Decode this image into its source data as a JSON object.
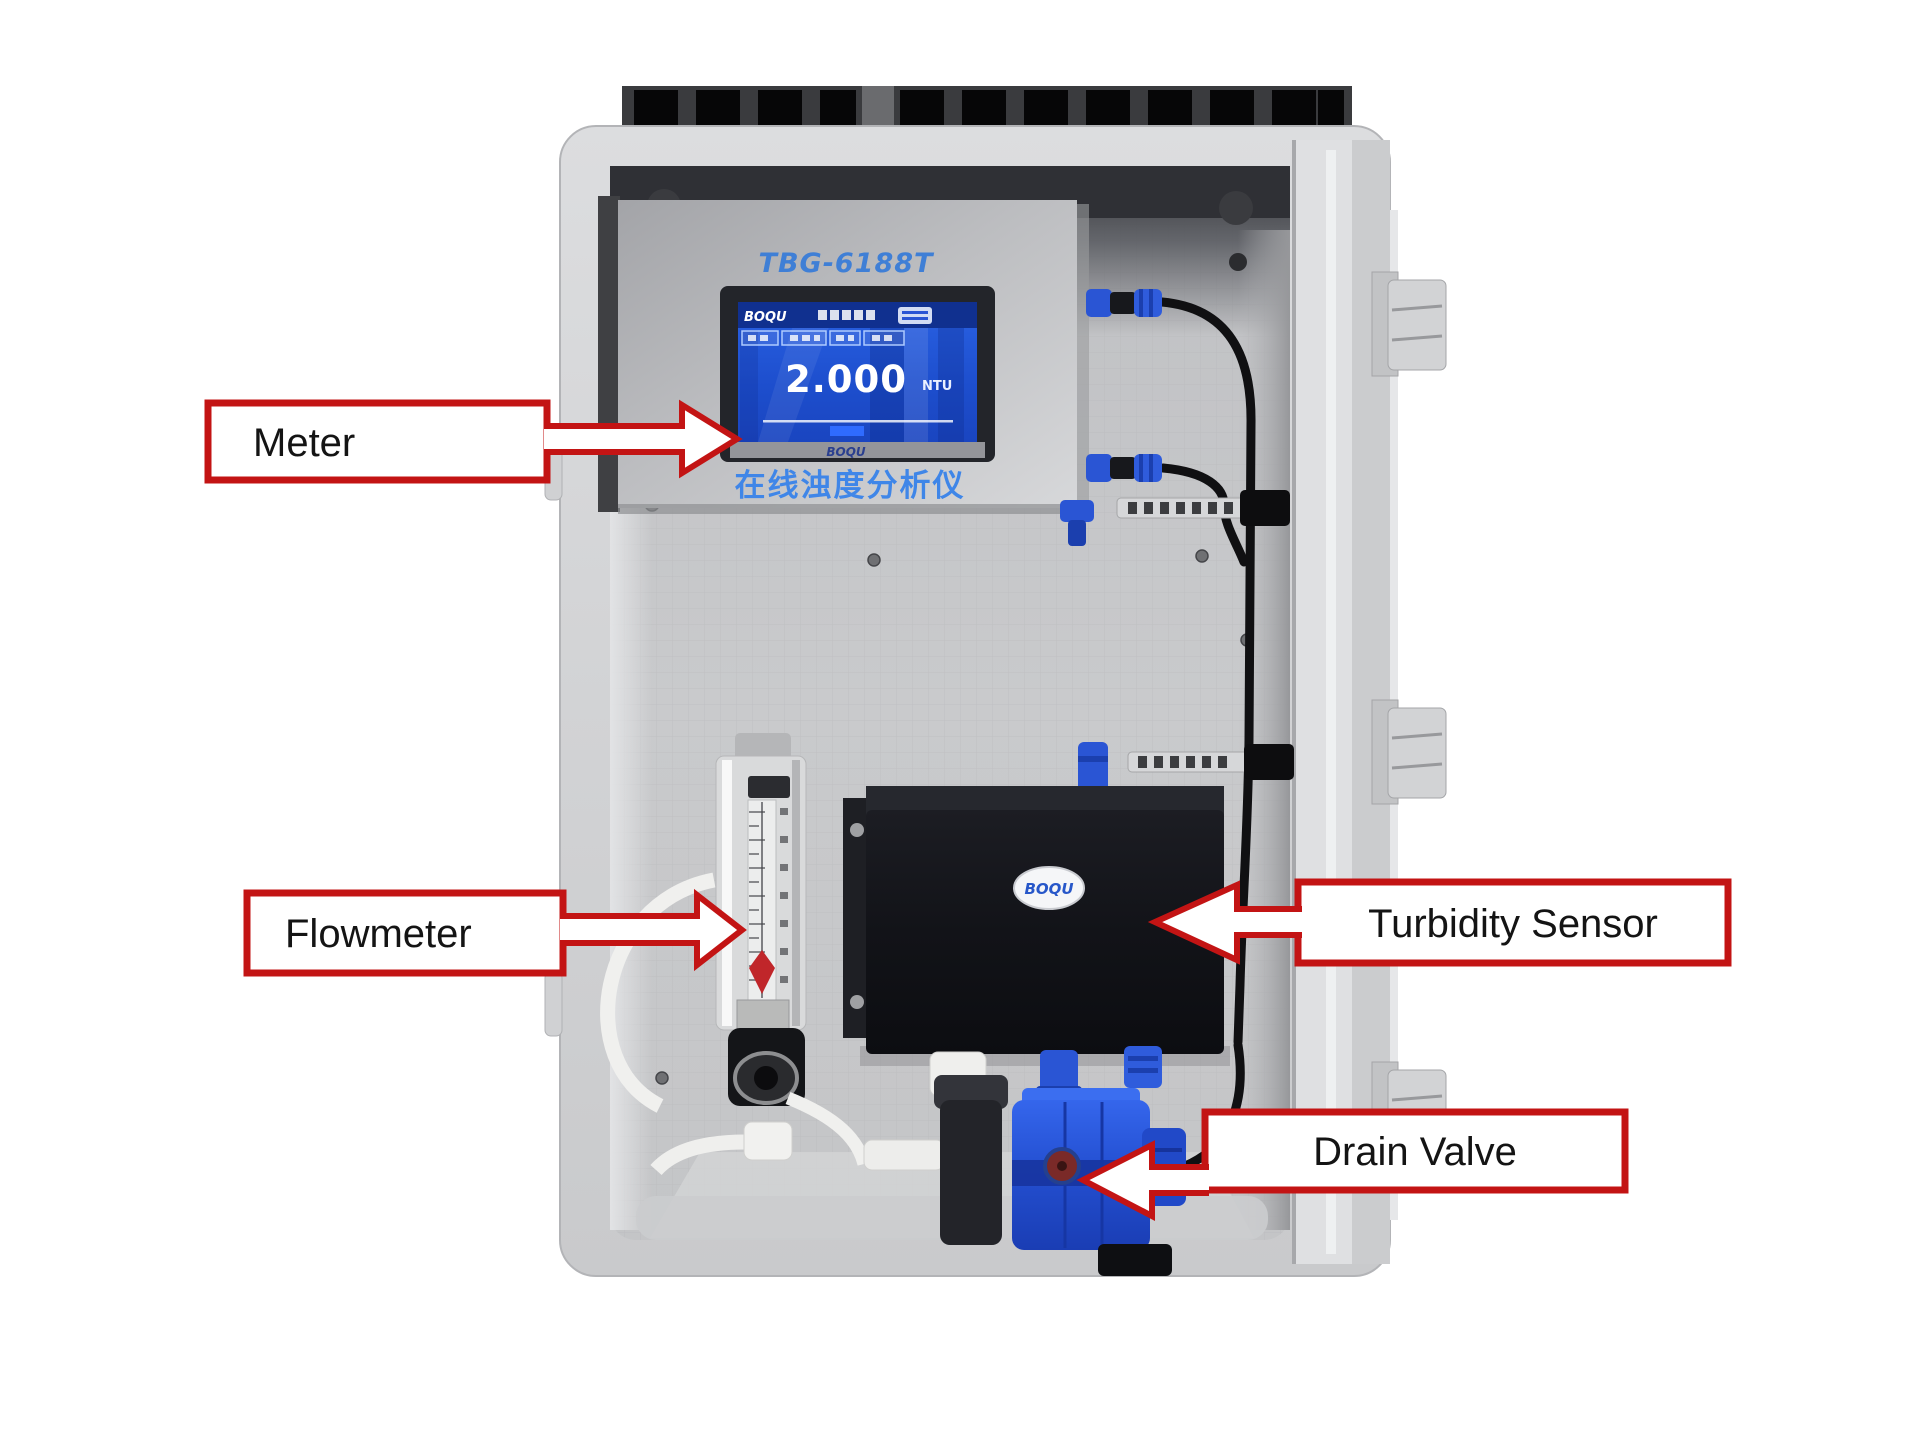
{
  "device": {
    "model": "TBG-6188T",
    "product_name_cn": "在线浊度分析仪",
    "brand": "BOQU",
    "screen": {
      "value": "2.000",
      "unit": "NTU"
    }
  },
  "labels": {
    "meter": "Meter",
    "flowmeter": "Flowmeter",
    "turbidity_sensor": "Turbidity Sensor",
    "drain_valve": "Drain Valve"
  },
  "colors": {
    "callout_red": "#c31414",
    "label_fill": "#ffffff",
    "label_text": "#141414",
    "model_text_blue": "#3f7fd6",
    "screen_blue": "#1d52d8",
    "brand_blue": "#2757c9",
    "valve_blue": "#2a55d4",
    "sensor_black": "#16171c",
    "enclosure_gray": "#d4d5d7"
  }
}
